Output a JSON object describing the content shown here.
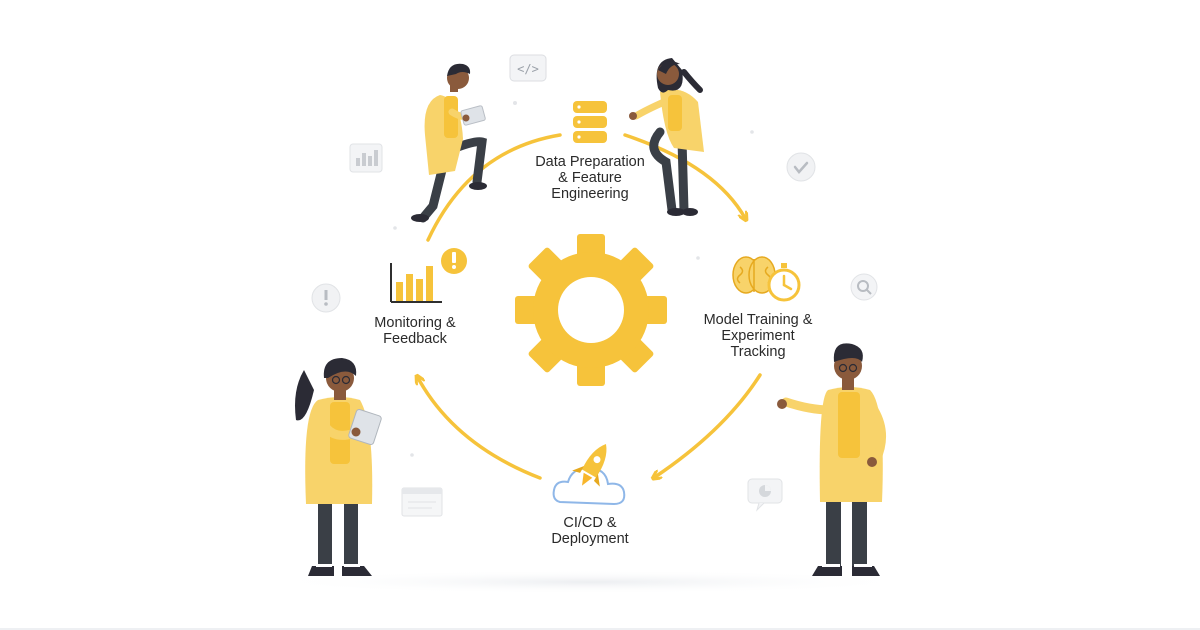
{
  "diagram": {
    "stages": [
      {
        "id": "data-preparation",
        "label": "Data Preparation\n& Feature\nEngineering",
        "icon": "database-icon"
      },
      {
        "id": "model-training",
        "label": "Model Training &\nExperiment\nTracking",
        "icon": "brain-stopwatch-icon"
      },
      {
        "id": "cicd-deployment",
        "label": "CI/CD &\nDeployment",
        "icon": "rocket-cloud-icon"
      },
      {
        "id": "monitoring-feedback",
        "label": "Monitoring &\nFeedback",
        "icon": "bar-chart-alert-icon"
      }
    ],
    "center_icon": "gear-icon",
    "decor_icons": [
      "code-icon",
      "bar-chart-icon",
      "check-icon",
      "search-icon",
      "alert-icon",
      "browser-window-icon",
      "chat-pie-icon"
    ],
    "colors": {
      "accent": "#f6c33b",
      "accent_dark": "#e6a91f",
      "skin": "#8a5a3c",
      "hair": "#2b2b35",
      "pants": "#3a3f46",
      "decor": "#d7d9dd"
    }
  }
}
